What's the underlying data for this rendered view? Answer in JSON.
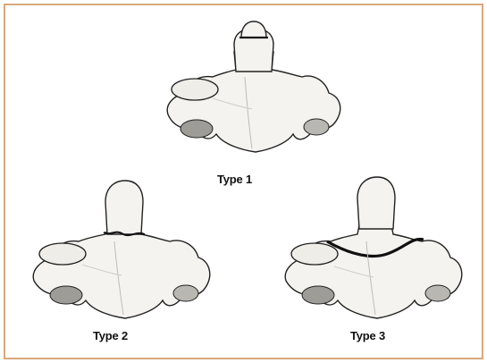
{
  "figure": {
    "border_color": "#d8a97a",
    "bone_fill": "#f4f3ef",
    "bone_shade": "#c9c8c2",
    "line_color": "#222222",
    "fracture_color": "#111111",
    "types": [
      {
        "label": "Type 1",
        "fracture": "dens-tip"
      },
      {
        "label": "Type 2",
        "fracture": "dens-base"
      },
      {
        "label": "Type 3",
        "fracture": "vertebral-body"
      }
    ]
  }
}
